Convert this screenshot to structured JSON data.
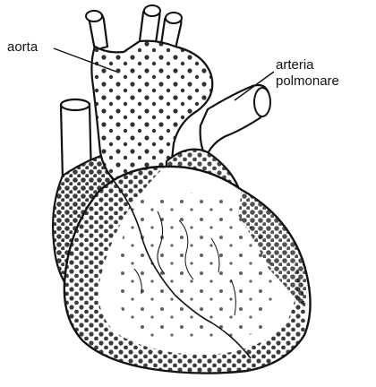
{
  "labels": {
    "aorta": "aorta",
    "pulmonary_artery_line1": "arteria",
    "pulmonary_artery_line2": "polmonare"
  },
  "colors": {
    "outline": "#111111",
    "dots": "#1a1a1a",
    "fill": "#ffffff"
  }
}
